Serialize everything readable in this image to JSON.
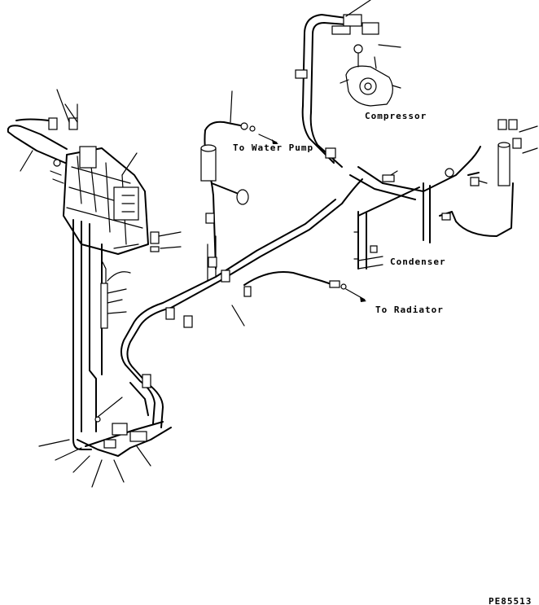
{
  "labels": {
    "compressor": "Compressor",
    "water_pump": "To Water Pump",
    "condenser": "Condenser",
    "radiator": "To Radiator",
    "drawing_code": "PE85513"
  }
}
